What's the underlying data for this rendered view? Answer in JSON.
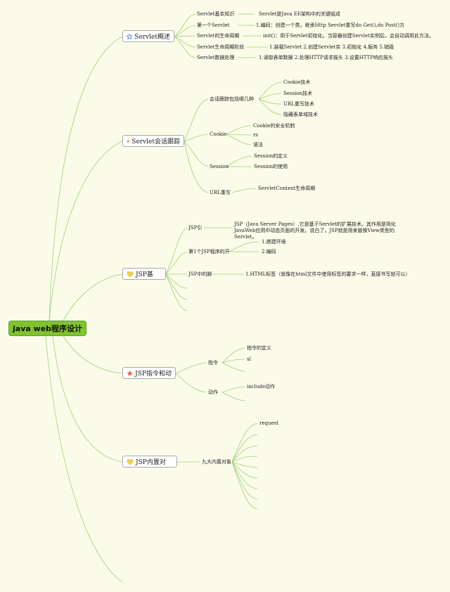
{
  "root": "java web程序设计",
  "branches": [
    {
      "label": "Servlet概述",
      "icon": "star-outline-icon",
      "children": [
        {
          "label": "Servlet基本知识",
          "children": [
            {
              "label": "Servlet是Java EE架构中的关键组成"
            }
          ]
        },
        {
          "label": "第一个Servlet",
          "children": [
            {
              "label": "1.编码：创建一个类，继承Http Servlet重写do Get(),do Post()方"
            }
          ]
        },
        {
          "label": "Servlet的生命周期",
          "children": [
            {
              "label": "init()：用于Servlet初始化。当容器创建Servlet实例后，会自动调用此方法。"
            }
          ]
        },
        {
          "label": "Servlet生命周期阶段",
          "children": [
            {
              "label": "1.装载Servlet 2.创建Servlet实 3.初始化 4.服务 5.销毁"
            }
          ]
        },
        {
          "label": "Servlet数据处理",
          "children": [
            {
              "label": "1.读取表单数据 2.处理HTTP请求报头 3.设置HTTP响应报头"
            }
          ]
        }
      ]
    },
    {
      "label": "Servlet会话跟踪",
      "icon": "star-red-icon",
      "children": [
        {
          "label": "会话跟踪包括哪几种",
          "children": [
            {
              "label": "Cookie技术"
            },
            {
              "label": "Session技术"
            },
            {
              "label": "URL重写技术"
            },
            {
              "label": "隐藏表单域技术"
            }
          ]
        },
        {
          "label": "Cookie",
          "children": [
            {
              "label": "Cookie的安全机制"
            },
            {
              "label": "rs"
            },
            {
              "label": "语法"
            }
          ]
        },
        {
          "label": "Session",
          "children": [
            {
              "label": "Session的定义"
            },
            {
              "label": "Session的使用"
            }
          ]
        },
        {
          "label": "URL重写",
          "children": [
            {
              "label": "ServletContext生命周期"
            }
          ]
        }
      ]
    },
    {
      "label": "JSP基",
      "icon": "heart-yellow-icon",
      "children": [
        {
          "label": "JSP引",
          "children": [
            {
              "label": "JSP（Java Server Pages）,它是基于Servlet的扩展技术。其作用是简化JavaWeb应用中动态页面的开发。说白了，JSP就是用来替换View类型的Servlet。"
            }
          ]
        },
        {
          "label": "第1个JSP程序的开",
          "children": [
            {
              "label": "1.搭建环境"
            },
            {
              "label": "2.编码"
            }
          ]
        },
        {
          "label": "JSP中的脚",
          "children": [
            {
              "label": "1.HTML标签（就像在html文件中使用标签的要求一样，直接书写就可以）"
            }
          ]
        },
        {
          "label": ""
        },
        {
          "label": ""
        },
        {
          "label": ""
        }
      ]
    },
    {
      "label": "JSP指令和动",
      "icon": "star-red-icon",
      "children": [
        {
          "label": "指令",
          "children": [
            {
              "label": "指令的定义"
            },
            {
              "label": "sl"
            },
            {
              "label": ""
            }
          ]
        },
        {
          "label": "动作",
          "children": [
            {
              "label": "include动作"
            },
            {
              "label": ""
            }
          ]
        }
      ]
    },
    {
      "label": "JSP内置对",
      "icon": "heart-yellow-icon",
      "children": [
        {
          "label": "九大内置对象",
          "children": [
            {
              "label": "request"
            },
            {
              "label": ""
            },
            {
              "label": ""
            },
            {
              "label": ""
            },
            {
              "label": ""
            },
            {
              "label": ""
            },
            {
              "label": ""
            },
            {
              "label": ""
            },
            {
              "label": ""
            }
          ]
        }
      ]
    }
  ],
  "colors": {
    "line": "#9dd17a",
    "root_fill": "#7fc42f",
    "background": "#fbfbe9",
    "star_blue": "#3d7fd8",
    "star_red": "#e0673a",
    "heart_yellow": "#f2d43c"
  }
}
